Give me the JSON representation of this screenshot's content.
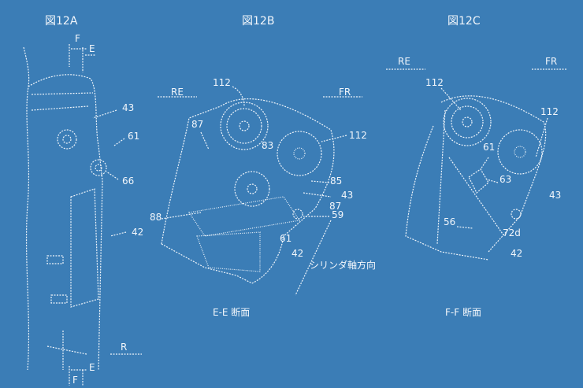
{
  "figures": {
    "a": {
      "title": "図12A",
      "labels": [
        "F",
        "E",
        "43",
        "61",
        "66",
        "42",
        "R",
        "E",
        "F"
      ]
    },
    "b": {
      "title": "図12B",
      "labels": [
        "112",
        "RE",
        "FR",
        "87",
        "83",
        "112",
        "85",
        "43",
        "87",
        "88",
        "59",
        "61",
        "42"
      ],
      "direction": "シリンダ軸方向",
      "section": "E-E 断面"
    },
    "c": {
      "title": "図12C",
      "labels": [
        "112",
        "RE",
        "FR",
        "112",
        "61",
        "63",
        "43",
        "56",
        "72d",
        "42"
      ],
      "section": "F-F 断面"
    }
  }
}
